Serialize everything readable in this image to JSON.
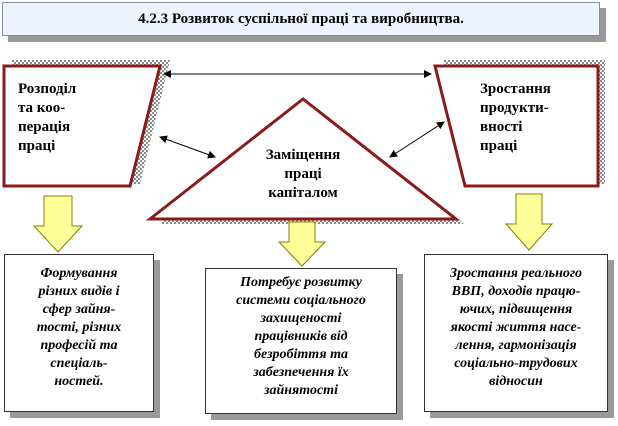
{
  "title": "4.2.3 Розвиток суспільної праці та виробництва.",
  "nodes": {
    "left": "Розподіл\nта коо-\nперація\nпраці",
    "center": "Заміщення\nпраці\nкапіталом",
    "right": "Зростання\nпродукти-\nвності\nпраці"
  },
  "notes": {
    "left": "Формування\nрізних видів і\nсфер зайня-\nтості, різних\nпрофесій та\nспеціаль-\nностей.",
    "center": "Потребує розвитку\nсистеми соціального\nзахищеності\nпрацівників від\nбезробіття та\nзабезпечення їх\nзайнятості",
    "right": "Зростання реального\nВВП, доходів працю-\nючих, підвищення\nякості життя насе-\nлення, гармонізація\nсоціально-трудових\nвідносин"
  },
  "colors": {
    "shape_border": "#8b1a1a",
    "arrow_fill": "#ffff99",
    "arrow_border": "#808000",
    "shadow": "#9a9a9a",
    "title_bg": "#eef4ff"
  }
}
